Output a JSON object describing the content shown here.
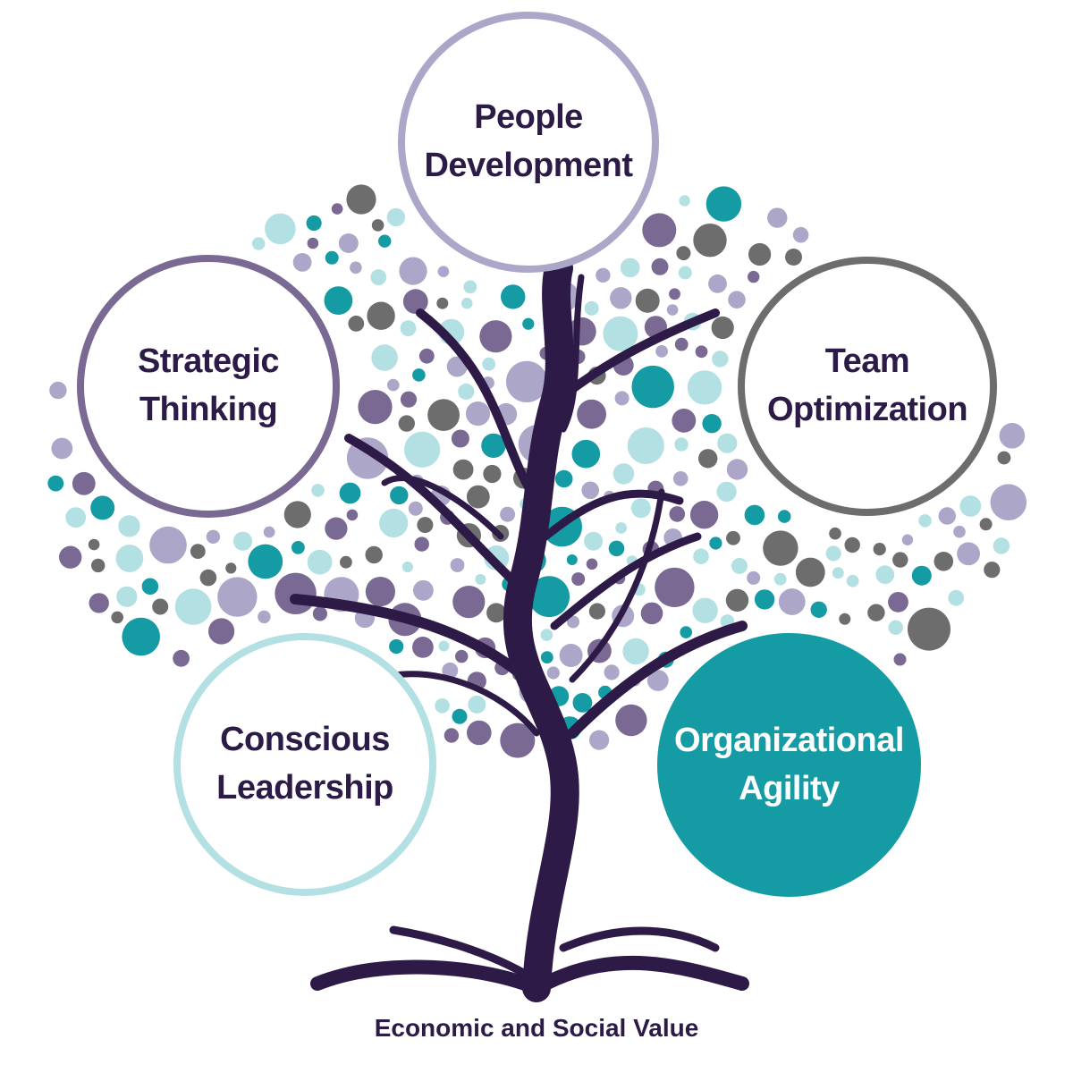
{
  "colors": {
    "dark_purple": "#2c1b47",
    "trunk": "#2e1a47",
    "purple": "#7a6a93",
    "lavender": "#aca6c8",
    "teal": "#159ba3",
    "light_teal": "#b3e0e3",
    "gray": "#6d6d6d",
    "white": "#ffffff"
  },
  "tree": {
    "icon": "tree-icon",
    "leaf_icon": "dot-leaf-icon"
  },
  "nodes": {
    "people": {
      "line1": "People",
      "line2": "Development"
    },
    "strategic": {
      "line1": "Strategic",
      "line2": "Thinking"
    },
    "team": {
      "line1": "Team",
      "line2": "Optimization"
    },
    "conscious": {
      "line1": "Conscious",
      "line2": "Leadership"
    },
    "agility": {
      "line1": "Organizational",
      "line2": "Agility"
    }
  },
  "footer": {
    "caption": "Economic and Social Value"
  }
}
